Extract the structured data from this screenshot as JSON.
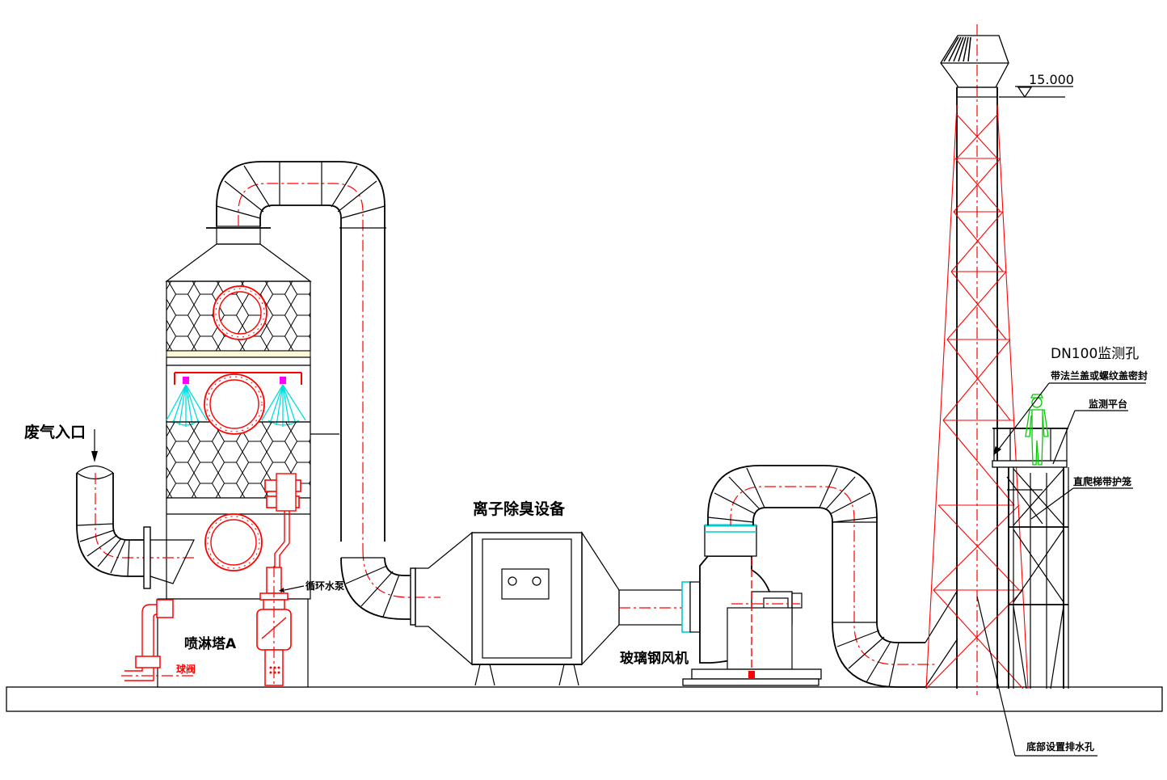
{
  "labels": {
    "waste_gas_inlet": "废气入口",
    "spray_tower": "喷淋塔A",
    "circulation_pump": "循环水泵",
    "ball_valve": "球阀",
    "ion_deodorizer": "离子除臭设备",
    "frp_fan": "玻璃钢风机",
    "elevation": "15.000",
    "monitor_hole": "DN100监测孔",
    "monitor_hole_note": "带法兰盖或螺纹盖密封",
    "monitor_platform": "监测平台",
    "ladder_cage": "直爬梯带护笼",
    "drain_hole": "底部设置排水孔"
  },
  "colors": {
    "line": "#000000",
    "centerline": "#ff0000",
    "spray": "#00dede",
    "nozzle": "#ff00ff",
    "worker": "#00cc00",
    "flange": "#00cccc"
  }
}
